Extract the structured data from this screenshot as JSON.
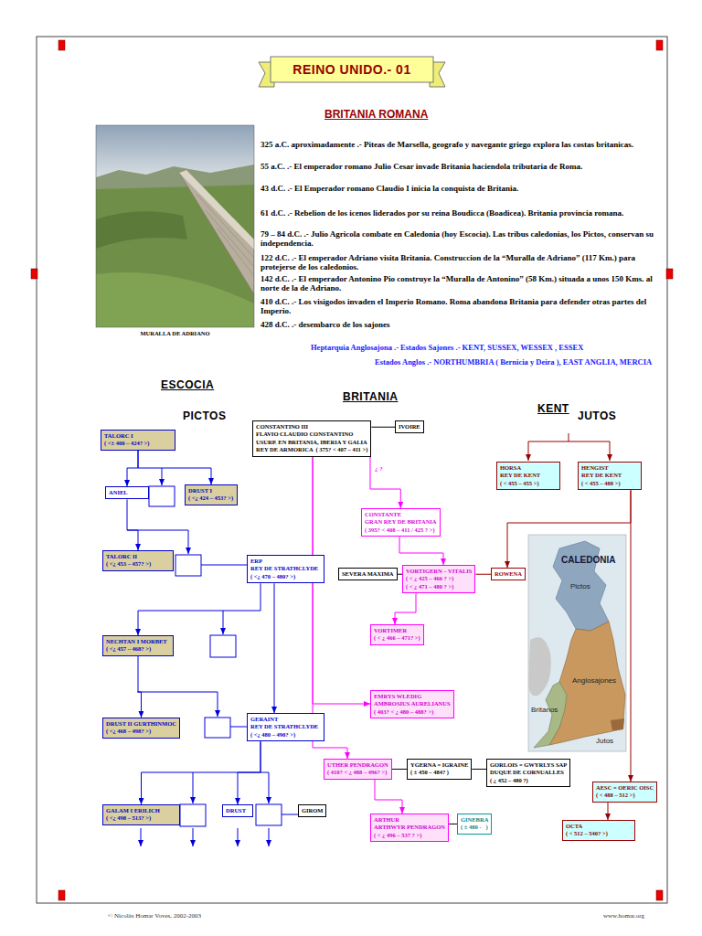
{
  "diagram": {
    "title": "REINO UNIDO.- 01",
    "nodes": [
      {
        "text": [
          "TALORC I",
          "( <± 400 – 424? >)"
        ]
      },
      {
        "text": [
          "ANIEL"
        ]
      },
      {
        "text": [
          "DRUST I",
          "( <¿ 424 – 453? >)"
        ]
      },
      {
        "text": [
          "TALORC II",
          "( <¿ 453 – 457? >)"
        ]
      },
      {
        "text": [
          "ERP",
          "REY DE STRATHCLYDE",
          "( <¿ 470 – 480? >)"
        ]
      },
      {
        "text": [
          "NECHTAN I MORBET",
          "( <¿ 457 – 468? >)"
        ]
      },
      {
        "text": [
          "DRUST II GURTHINMOC",
          "( <¿ 468 – 498? >)"
        ]
      },
      {
        "text": [
          "GERAINT",
          "REY DE STRATHCLYDE",
          "( <¿ 480 – 490? >)"
        ]
      },
      {
        "text": [
          "GALAM I ERILICH",
          "( <¿ 498 – 513? >)"
        ]
      },
      {
        "text": [
          "DRUST"
        ]
      },
      {
        "text": [
          "GIROM"
        ]
      },
      {
        "text": [
          "CONSTANTINO III",
          "FLAVIO CLAUDIO CONSTANTINO",
          "USURP. EN BRITANIA, IBERIA Y GALIA",
          "REY DE ARMORICA  ( 375? < 407 – 411 >)"
        ]
      },
      {
        "text": [
          "IVOIRE"
        ]
      },
      {
        "text": [
          "CONSTANTE",
          "GRAN REY DE BRITANIA",
          "( 395? < 408 – 411 / 425 ? >)"
        ]
      },
      {
        "text": [
          "SEVERA MAXIMA"
        ]
      },
      {
        "text": [
          "VORTIGERN – VITALIS",
          "( < ¿ 425 – 466 ? >)",
          "( < ¿ 471 – 480 ? >)"
        ]
      },
      {
        "text": [
          "ROWENA"
        ]
      },
      {
        "text": [
          "VORTIMER",
          "( < ¿ 466 – 471? >)"
        ]
      },
      {
        "text": [
          "EMRYS WLEDIG",
          "AMBROSIUS AURELIANUS",
          "( 403? < ¿ 480 – 488? >)"
        ]
      },
      {
        "text": [
          "UTHER PENDRAGON",
          "( 410? < ¿ 488 – 496? >)"
        ]
      },
      {
        "text": [
          "YGERNA = IGRAINE",
          "( ± 450 – 484? )"
        ]
      },
      {
        "text": [
          "GORLOIS = GWYRLYS SAP",
          "DUQUE DE CORNUALLES",
          "( ¿ 452 – 480 ?)"
        ]
      },
      {
        "text": [
          "ARTHUR",
          "ARTHWYR PENDRAGON",
          "( < ¿ 496 – 537 ? >)"
        ]
      },
      {
        "text": [
          "GINEBRA",
          "( ± 480 -   )"
        ]
      },
      {
        "text": [
          "HORSA",
          "REY DE KENT",
          "( < 455 – 455 >)"
        ]
      },
      {
        "text": [
          "HENGIST",
          "REY DE KENT",
          "( < 455 – 488 >)"
        ]
      },
      {
        "text": [
          "AESC = OERIC OISC",
          "( < 488 – 512 >)"
        ]
      },
      {
        "text": [
          "OCTA",
          "( < 512 – 540? >)"
        ]
      }
    ],
    "edges": [
      {
        "from": 0,
        "to": 1,
        "arrow": "to"
      },
      {
        "from": 0,
        "to": 2,
        "arrow": "to"
      },
      {
        "from": 1,
        "to": 3,
        "arrow": "to"
      },
      {
        "from": 4,
        "to": 7,
        "arrow": "to"
      },
      {
        "from": 4,
        "to": 5,
        "arrow": "to"
      },
      {
        "from": 5,
        "to": 6,
        "arrow": "to"
      },
      {
        "from": 7,
        "to": 8,
        "arrow": "to"
      },
      {
        "from": 7,
        "to": 9,
        "arrow": "to"
      },
      {
        "from": 11,
        "to": 12,
        "arrow": "none"
      },
      {
        "from": 11,
        "to": 13,
        "arrow": "to"
      },
      {
        "from": 11,
        "to": 18,
        "arrow": "to"
      },
      {
        "from": 11,
        "to": 19,
        "arrow": "to"
      },
      {
        "from": 13,
        "to": 15,
        "arrow": "to"
      },
      {
        "from": 14,
        "to": 15,
        "arrow": "none"
      },
      {
        "from": 15,
        "to": 16,
        "arrow": "none"
      },
      {
        "from": 15,
        "to": 17,
        "arrow": "to"
      },
      {
        "from": 19,
        "to": 20,
        "arrow": "none"
      },
      {
        "from": 20,
        "to": 21,
        "arrow": "none"
      },
      {
        "from": 19,
        "to": 22,
        "arrow": "to"
      },
      {
        "from": 22,
        "to": 23,
        "arrow": "none"
      },
      {
        "from": 25,
        "to": 16,
        "arrow": "to"
      },
      {
        "from": 25,
        "to": 26,
        "arrow": "to"
      },
      {
        "from": 26,
        "to": 27,
        "arrow": "to"
      }
    ],
    "labels": [
      "BRITANIA ROMANA",
      "325 a.C. aproximadamente .- Piteas de Marsella, geografo y  navegante griego explora las costas britanicas.",
      "55 a.C. .- El emperador romano Julio Cesar  invade Britania haciendola tributaria de Roma.",
      "43 d.C. .- El Emperador romano Claudio I  inicia la conquista de Britania.",
      "61 d.C. .- Rebelion de los icenos liderados por su reina Boudicca (Boadicea). Britania provincia romana.",
      "79 – 84 d.C. .- Julio Agricola combate en Caledonia  (hoy Escocia).  Las tribus caledonias, los Pictos, conservan su independencia.",
      "122 d.C. .- El emperador Adriano visita Britania. Construccion de la “Muralla de Adriano”  (117 Km.) para protejerse de  los caledonios.",
      "142 d.C. .- El emperador Antonino Pio construye la “Muralla de Antonino” (58 Km.) situada a unos 150 Kms. al norte de la de Adriano.",
      "410 d.C. .- Los visigodos invaden el Imperio Romano. Roma abandona Britania para defender otras partes del Imperio.",
      "428 d.C. .- desembarco de los sajones",
      "Heptarquia  Anglosajona .- Estados Sajones .- KENT, SUSSEX, WESSEX , ESSEX",
      "Estados  Anglos .- NORTHUMBRIA ( Bernicia y Deira ), EAST ANGLIA, MERCIA",
      "MURALLA  DE  ADRIANO",
      "ESCOCIA",
      "PICTOS",
      "BRITANIA",
      "KENT",
      "JUTOS",
      "¿ ?",
      "CALEDONIA",
      "Pictos",
      "Anglosajones",
      "Britanos",
      "Jutos",
      "© Nicolás Homar Voves, 2002-2003",
      "www.homar.org"
    ]
  }
}
